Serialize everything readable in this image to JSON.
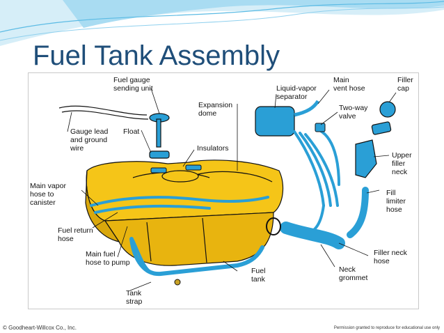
{
  "slide": {
    "title": "Fuel Tank Assembly"
  },
  "diagram": {
    "callouts": [
      {
        "id": "fuel-gauge-sending-unit",
        "text": "Fuel gauge\nsending unit"
      },
      {
        "id": "expansion-dome",
        "text": "Expansion\ndome"
      },
      {
        "id": "liquid-vapor-separator",
        "text": "Liquid-vapor\nseparator"
      },
      {
        "id": "main-vent-hose",
        "text": "Main\nvent hose"
      },
      {
        "id": "filler-cap",
        "text": "Filler\ncap"
      },
      {
        "id": "two-way-valve",
        "text": "Two-way\nvalve"
      },
      {
        "id": "gauge-lead-and-ground-wire",
        "text": "Gauge lead\nand ground\nwire"
      },
      {
        "id": "float",
        "text": "Float"
      },
      {
        "id": "insulators",
        "text": "Insulators"
      },
      {
        "id": "upper-filler-neck",
        "text": "Upper\nfiller\nneck"
      },
      {
        "id": "main-vapor-hose-to-canister",
        "text": "Main vapor\nhose to\ncanister"
      },
      {
        "id": "fill-limiter-hose",
        "text": "Fill\nlimiter\nhose"
      },
      {
        "id": "fuel-return-hose",
        "text": "Fuel return\nhose"
      },
      {
        "id": "main-fuel-hose-to-pump",
        "text": "Main fuel\nhose to pump"
      },
      {
        "id": "filler-neck-hose",
        "text": "Filler neck\nhose"
      },
      {
        "id": "fuel-tank",
        "text": "Fuel\ntank"
      },
      {
        "id": "neck-grommet",
        "text": "Neck\ngrommet"
      },
      {
        "id": "tank-strap",
        "text": "Tank\nstrap"
      }
    ],
    "colors": {
      "tank": "#f5c518",
      "hose": "#2a9fd6",
      "outline": "#111111"
    }
  },
  "footer": {
    "copyright": "© Goodheart-Willcox Co., Inc.",
    "permission": "Permission granted to reproduce for educational use only"
  }
}
